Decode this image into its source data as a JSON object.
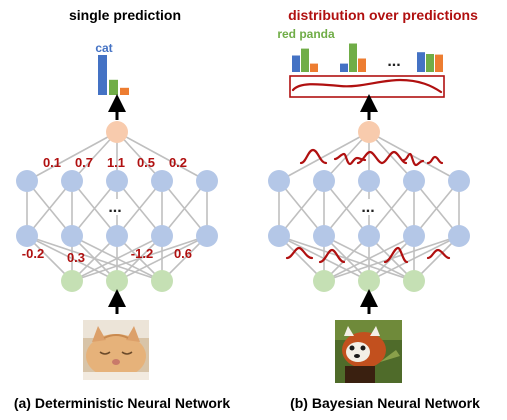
{
  "colors": {
    "title_left": "#000000",
    "title_right": "#b01010",
    "hidden_node": "#b4c7e7",
    "input_node": "#c5e0b4",
    "output_node": "#f8cbad",
    "edge": "#bfbfbf",
    "weight_label": "#b01010",
    "bar_blue": "#4472c4",
    "bar_green": "#70ad47",
    "bar_orange": "#ed7d31",
    "arrow": "#000000"
  },
  "left": {
    "title": "single prediction",
    "bar_label": "cat",
    "bar_values": [
      1.0,
      0.38,
      0.18
    ],
    "top_weights": [
      "0.1",
      "0.7",
      "1.1",
      "0.5",
      "0.2"
    ],
    "bottom_weights": [
      "-0.2",
      "0.3",
      "-1.2",
      "0.6"
    ],
    "ellipsis": "...",
    "caption": "(a) Deterministic Neural Network",
    "image_icon": "sleeping-cat-photo"
  },
  "right": {
    "title": "distribution over predictions",
    "bar_label": "red panda",
    "bar_groups": [
      [
        0.55,
        0.78,
        0.28
      ],
      [
        0.28,
        0.95,
        0.45
      ],
      [
        0.66,
        0.6,
        0.58
      ]
    ],
    "bar_ellipsis": "...",
    "ellipsis": "...",
    "caption": "(b) Bayesian Neural Network",
    "image_icon": "red-panda-photo"
  }
}
